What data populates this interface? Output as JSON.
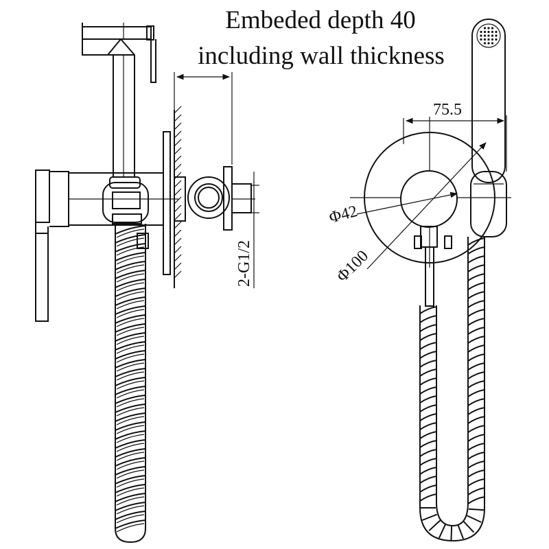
{
  "note": {
    "line1": "Embeded depth 40",
    "line2": "including wall thickness"
  },
  "dimensions": {
    "width": "75.5",
    "flange_dia": "Φ100",
    "body_dia": "Φ42",
    "thread": "2-G1/2"
  },
  "colors": {
    "line": "#111111",
    "background": "#ffffff"
  }
}
